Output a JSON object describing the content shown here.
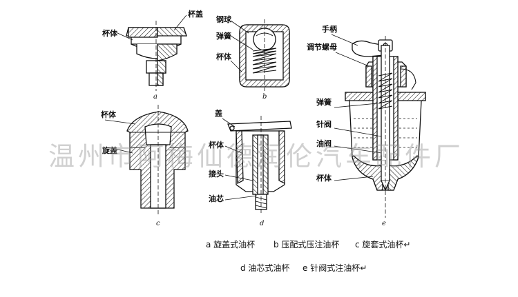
{
  "labels": {
    "a_cup_cover": "杯盖",
    "a_cup_body": "杯体",
    "b_steel_ball": "钢球",
    "b_spring": "弹簧",
    "b_cup_body": "杯体",
    "c_cup_body": "杯体",
    "c_cap": "旋盖",
    "d_cover": "盖",
    "d_cup_body": "杯体",
    "d_joint": "接头",
    "d_wick": "油芯",
    "e_handle": "手柄",
    "e_adjust_nut": "调节螺母",
    "e_spring": "弹簧",
    "e_needle_valve": "针阀",
    "e_oil_hole": "油阀",
    "e_cup_body": "杯体"
  },
  "letters": {
    "a": "a",
    "b": "b",
    "c": "c",
    "d": "d",
    "e": "e"
  },
  "captions": {
    "a": "a 旋盖式油杯",
    "b": "b 压配式压注油杯",
    "c": "c 旋套式油杯↵",
    "d": "d 油芯式油杯",
    "e": "e 针阀式注油杯↵"
  },
  "watermark": "温州市阿梅仙德润伦汽车配件厂"
}
